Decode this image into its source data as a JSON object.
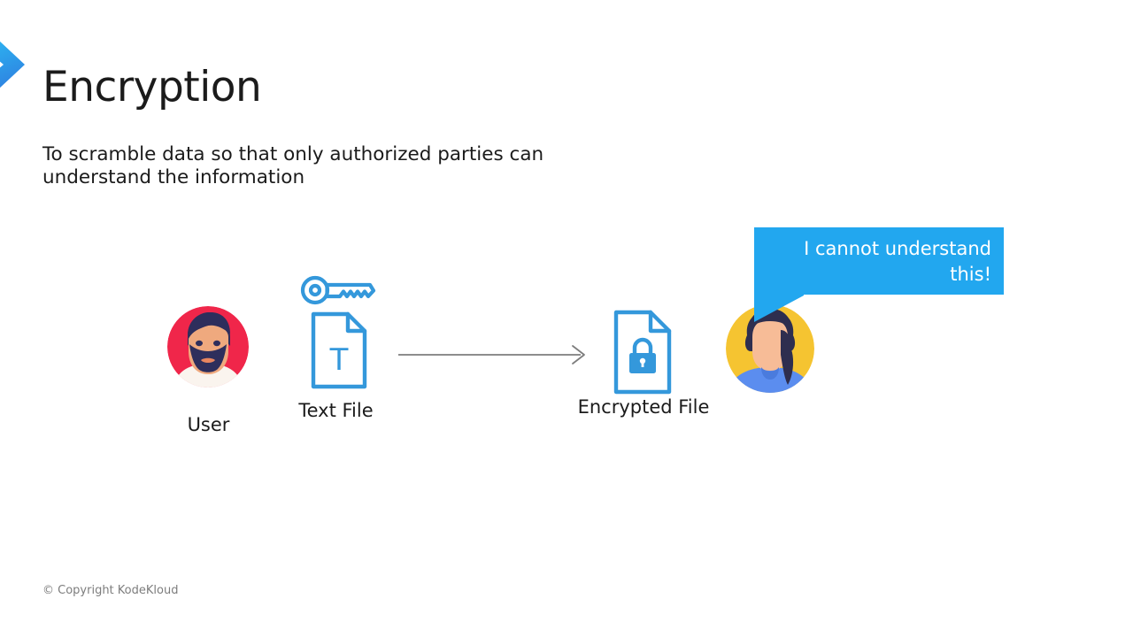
{
  "slide": {
    "title": "Encryption",
    "subtitle": "To scramble data so that only authorized parties can understand the information",
    "footer": "© Copyright KodeKloud"
  },
  "brand": {
    "chevron_icon": "chevron-right-icon",
    "chevron_color_top": "#29C5F6",
    "chevron_color_bottom": "#2E8BE8",
    "accent_blue": "#3498DB",
    "bubble_blue": "#22A7EF"
  },
  "diagram": {
    "type": "flow",
    "nodes": [
      {
        "id": "user",
        "label": "User",
        "icon": "user-avatar-bearded-icon",
        "circle_color": "#F0264A",
        "hair_color": "#2E2E5C",
        "skin_color": "#EFA97E"
      },
      {
        "id": "text-file",
        "label": "Text File",
        "icon": "document-text-icon",
        "key_icon": "key-icon",
        "glyph": "T",
        "color": "#3498DB"
      },
      {
        "id": "encrypted-file",
        "label": "Encrypted File",
        "icon": "document-lock-icon",
        "color": "#3498DB"
      },
      {
        "id": "recipient",
        "label": "",
        "icon": "user-avatar-woman-icon",
        "circle_color": "#F5C431",
        "hair_color": "#2E2E4F",
        "shirt_color": "#5B8DEF"
      }
    ],
    "arrow": {
      "from": "text-file",
      "to": "encrypted-file",
      "color": "#7d7d7d",
      "direction": "right"
    },
    "speech_bubble": {
      "owner": "recipient",
      "line1": "I cannot understand",
      "line2": "this!",
      "background": "#22A7EF",
      "text_color": "#FFFFFF"
    }
  }
}
